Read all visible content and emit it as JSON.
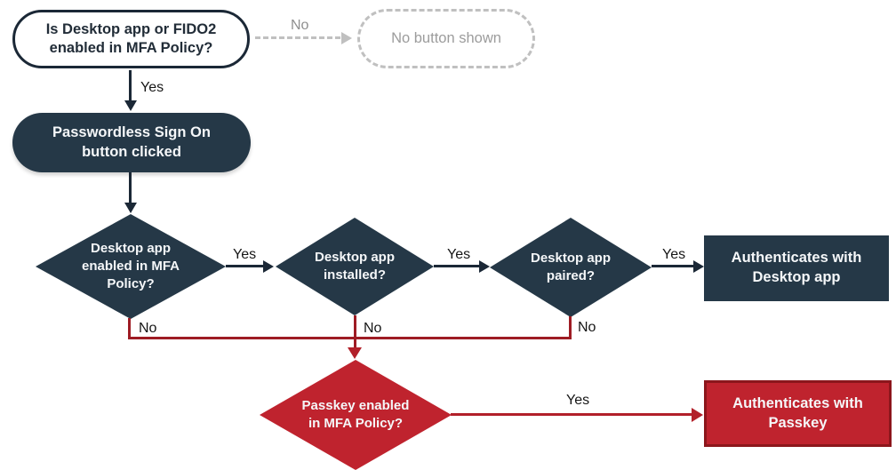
{
  "nodes": {
    "start": {
      "label": "Is Desktop app or FIDO2 enabled in MFA Policy?"
    },
    "no_button": {
      "label": "No button shown"
    },
    "passwordless": {
      "label": "Passwordless Sign On button clicked"
    },
    "desktop_enabled": {
      "label": "Desktop app enabled in MFA Policy?"
    },
    "desktop_installed": {
      "label": "Desktop app installed?"
    },
    "desktop_paired": {
      "label": "Desktop app paired?"
    },
    "auth_desktop": {
      "label": "Authenticates with Desktop app"
    },
    "passkey_enabled": {
      "label": "Passkey enabled in MFA Policy?"
    },
    "auth_passkey": {
      "label": "Authenticates with Passkey"
    }
  },
  "edges": {
    "start_no": "No",
    "start_yes": "Yes",
    "enabled_yes": "Yes",
    "enabled_no": "No",
    "installed_yes": "Yes",
    "installed_no": "No",
    "paired_yes": "Yes",
    "paired_no": "No",
    "passkey_yes": "Yes"
  },
  "colors": {
    "navy_fill": "#253847",
    "arrow_ink": "#1b2836",
    "red_fill": "#bf232e",
    "red_line": "#9e1c24",
    "red_arrow": "#b2202a",
    "dashed_gray": "#c0c0c0",
    "gray_text": "#9c9c9c",
    "background": "#ffffff"
  }
}
